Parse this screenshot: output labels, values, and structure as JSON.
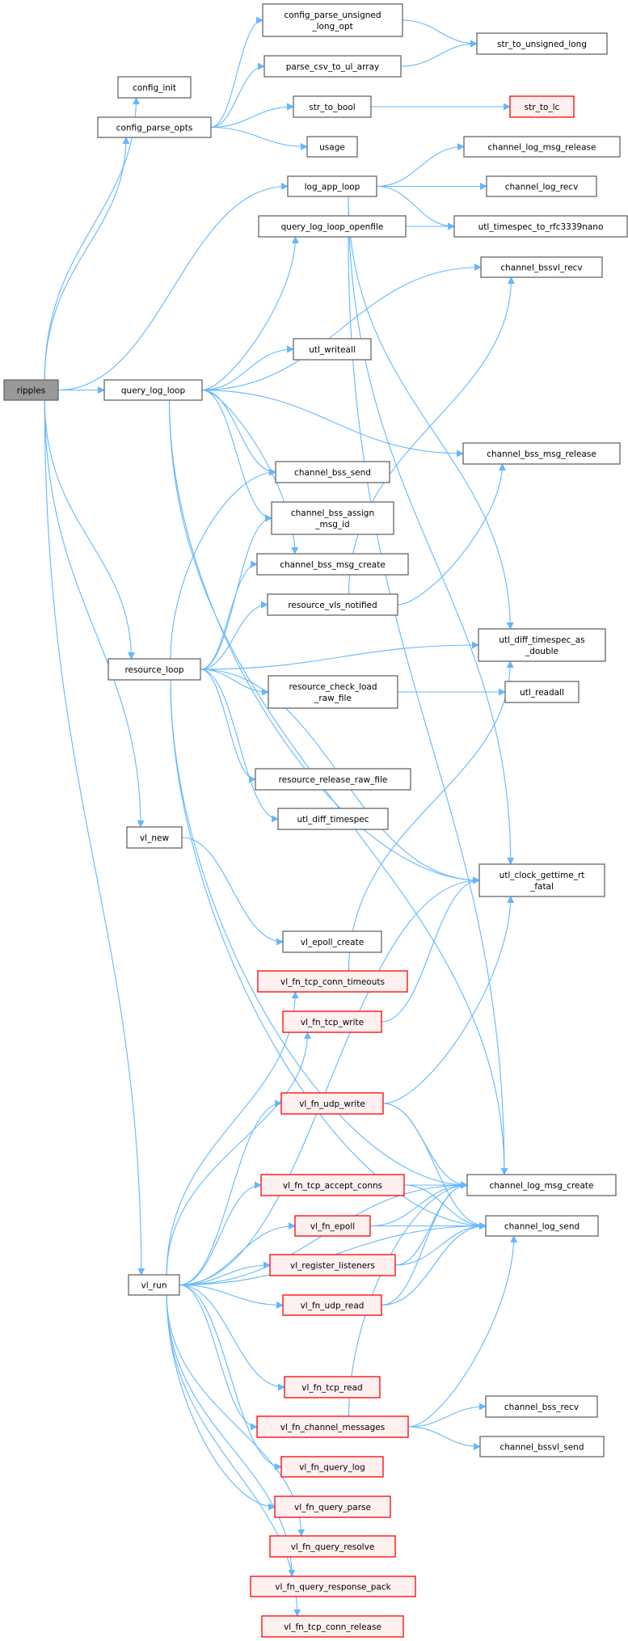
{
  "graph": {
    "title": "ripples call graph",
    "colors": {
      "edge": "#63b8ff",
      "root_fill": "#999999",
      "root_border": "#666666",
      "normal_fill": "#ffffff",
      "normal_border": "#666666",
      "truncated_fill": "#fff0f0",
      "truncated_border": "#ff0000"
    },
    "nodes": [
      {
        "id": "ripples",
        "lines": [
          "ripples"
        ],
        "kind": "root"
      },
      {
        "id": "config_init",
        "lines": [
          "config_init"
        ],
        "kind": "normal"
      },
      {
        "id": "config_parse_opts",
        "lines": [
          "config_parse_opts"
        ],
        "kind": "normal"
      },
      {
        "id": "config_parse_unsigned_long_opt",
        "lines": [
          "config_parse_unsigned",
          "_long_opt"
        ],
        "kind": "normal"
      },
      {
        "id": "parse_csv_to_ul_array",
        "lines": [
          "parse_csv_to_ul_array"
        ],
        "kind": "normal"
      },
      {
        "id": "str_to_bool",
        "lines": [
          "str_to_bool"
        ],
        "kind": "normal"
      },
      {
        "id": "usage",
        "lines": [
          "usage"
        ],
        "kind": "normal"
      },
      {
        "id": "str_to_unsigned_long",
        "lines": [
          "str_to_unsigned_long"
        ],
        "kind": "normal"
      },
      {
        "id": "str_to_lc",
        "lines": [
          "str_to_lc"
        ],
        "kind": "truncated"
      },
      {
        "id": "log_app_loop",
        "lines": [
          "log_app_loop"
        ],
        "kind": "normal"
      },
      {
        "id": "channel_log_msg_release",
        "lines": [
          "channel_log_msg_release"
        ],
        "kind": "normal"
      },
      {
        "id": "channel_log_recv",
        "lines": [
          "channel_log_recv"
        ],
        "kind": "normal"
      },
      {
        "id": "query_log_loop_openfile",
        "lines": [
          "query_log_loop_openfile"
        ],
        "kind": "normal"
      },
      {
        "id": "utl_timespec_to_rfc3339nano",
        "lines": [
          "utl_timespec_to_rfc3339nano"
        ],
        "kind": "normal"
      },
      {
        "id": "channel_bssvl_recv",
        "lines": [
          "channel_bssvl_recv"
        ],
        "kind": "normal"
      },
      {
        "id": "utl_writeall",
        "lines": [
          "utl_writeall"
        ],
        "kind": "normal"
      },
      {
        "id": "query_log_loop",
        "lines": [
          "query_log_loop"
        ],
        "kind": "normal"
      },
      {
        "id": "channel_bss_msg_release",
        "lines": [
          "channel_bss_msg_release"
        ],
        "kind": "normal"
      },
      {
        "id": "channel_bss_send",
        "lines": [
          "channel_bss_send"
        ],
        "kind": "normal"
      },
      {
        "id": "channel_bss_assign_msg_id",
        "lines": [
          "channel_bss_assign",
          "_msg_id"
        ],
        "kind": "normal"
      },
      {
        "id": "channel_bss_msg_create",
        "lines": [
          "channel_bss_msg_create"
        ],
        "kind": "normal"
      },
      {
        "id": "resource_vls_notified",
        "lines": [
          "resource_vls_notified"
        ],
        "kind": "normal"
      },
      {
        "id": "utl_diff_timespec_as_double",
        "lines": [
          "utl_diff_timespec_as",
          "_double"
        ],
        "kind": "normal"
      },
      {
        "id": "resource_loop",
        "lines": [
          "resource_loop"
        ],
        "kind": "normal"
      },
      {
        "id": "resource_check_load_raw_file",
        "lines": [
          "resource_check_load",
          "_raw_file"
        ],
        "kind": "normal"
      },
      {
        "id": "utl_readall",
        "lines": [
          "utl_readall"
        ],
        "kind": "normal"
      },
      {
        "id": "resource_release_raw_file",
        "lines": [
          "resource_release_raw_file"
        ],
        "kind": "normal"
      },
      {
        "id": "utl_diff_timespec",
        "lines": [
          "utl_diff_timespec"
        ],
        "kind": "normal"
      },
      {
        "id": "vl_new",
        "lines": [
          "vl_new"
        ],
        "kind": "normal"
      },
      {
        "id": "utl_clock_gettime_rt_fatal",
        "lines": [
          "utl_clock_gettime_rt",
          "_fatal"
        ],
        "kind": "normal"
      },
      {
        "id": "vl_epoll_create",
        "lines": [
          "vl_epoll_create"
        ],
        "kind": "normal"
      },
      {
        "id": "vl_fn_tcp_conn_timeouts",
        "lines": [
          "vl_fn_tcp_conn_timeouts"
        ],
        "kind": "truncated"
      },
      {
        "id": "vl_fn_tcp_write",
        "lines": [
          "vl_fn_tcp_write"
        ],
        "kind": "truncated"
      },
      {
        "id": "vl_fn_udp_write",
        "lines": [
          "vl_fn_udp_write"
        ],
        "kind": "truncated"
      },
      {
        "id": "vl_fn_tcp_accept_conns",
        "lines": [
          "vl_fn_tcp_accept_conns"
        ],
        "kind": "truncated"
      },
      {
        "id": "channel_log_msg_create",
        "lines": [
          "channel_log_msg_create"
        ],
        "kind": "normal"
      },
      {
        "id": "vl_fn_epoll",
        "lines": [
          "vl_fn_epoll"
        ],
        "kind": "truncated"
      },
      {
        "id": "channel_log_send",
        "lines": [
          "channel_log_send"
        ],
        "kind": "normal"
      },
      {
        "id": "vl_register_listeners",
        "lines": [
          "vl_register_listeners"
        ],
        "kind": "truncated"
      },
      {
        "id": "vl_run",
        "lines": [
          "vl_run"
        ],
        "kind": "normal"
      },
      {
        "id": "vl_fn_udp_read",
        "lines": [
          "vl_fn_udp_read"
        ],
        "kind": "truncated"
      },
      {
        "id": "vl_fn_tcp_read",
        "lines": [
          "vl_fn_tcp_read"
        ],
        "kind": "truncated"
      },
      {
        "id": "vl_fn_channel_messages",
        "lines": [
          "vl_fn_channel_messages"
        ],
        "kind": "truncated"
      },
      {
        "id": "channel_bss_recv",
        "lines": [
          "channel_bss_recv"
        ],
        "kind": "normal"
      },
      {
        "id": "channel_bssvl_send",
        "lines": [
          "channel_bssvl_send"
        ],
        "kind": "normal"
      },
      {
        "id": "vl_fn_query_log",
        "lines": [
          "vl_fn_query_log"
        ],
        "kind": "truncated"
      },
      {
        "id": "vl_fn_query_parse",
        "lines": [
          "vl_fn_query_parse"
        ],
        "kind": "truncated"
      },
      {
        "id": "vl_fn_query_resolve",
        "lines": [
          "vl_fn_query_resolve"
        ],
        "kind": "truncated"
      },
      {
        "id": "vl_fn_query_response_pack",
        "lines": [
          "vl_fn_query_response_pack"
        ],
        "kind": "truncated"
      },
      {
        "id": "vl_fn_tcp_conn_release",
        "lines": [
          "vl_fn_tcp_conn_release"
        ],
        "kind": "truncated"
      }
    ],
    "edges": [
      [
        "ripples",
        "config_init"
      ],
      [
        "ripples",
        "config_parse_opts"
      ],
      [
        "ripples",
        "log_app_loop"
      ],
      [
        "ripples",
        "query_log_loop"
      ],
      [
        "ripples",
        "resource_loop"
      ],
      [
        "ripples",
        "vl_new"
      ],
      [
        "ripples",
        "vl_run"
      ],
      [
        "config_parse_opts",
        "config_parse_unsigned_long_opt"
      ],
      [
        "config_parse_opts",
        "parse_csv_to_ul_array"
      ],
      [
        "config_parse_opts",
        "str_to_bool"
      ],
      [
        "config_parse_opts",
        "usage"
      ],
      [
        "config_parse_unsigned_long_opt",
        "str_to_unsigned_long"
      ],
      [
        "parse_csv_to_ul_array",
        "str_to_unsigned_long"
      ],
      [
        "str_to_bool",
        "str_to_lc"
      ],
      [
        "log_app_loop",
        "channel_log_msg_release"
      ],
      [
        "log_app_loop",
        "channel_log_recv"
      ],
      [
        "log_app_loop",
        "utl_timespec_to_rfc3339nano"
      ],
      [
        "log_app_loop",
        "utl_diff_timespec_as_double"
      ],
      [
        "log_app_loop",
        "utl_clock_gettime_rt_fatal"
      ],
      [
        "query_log_loop",
        "query_log_loop_openfile"
      ],
      [
        "query_log_loop",
        "channel_bssvl_recv"
      ],
      [
        "query_log_loop",
        "channel_bss_msg_release"
      ],
      [
        "query_log_loop",
        "utl_writeall"
      ],
      [
        "query_log_loop",
        "channel_bss_send"
      ],
      [
        "query_log_loop",
        "channel_bss_assign_msg_id"
      ],
      [
        "query_log_loop",
        "channel_bss_msg_create"
      ],
      [
        "query_log_loop",
        "utl_clock_gettime_rt_fatal"
      ],
      [
        "query_log_loop",
        "channel_log_msg_create"
      ],
      [
        "query_log_loop_openfile",
        "utl_timespec_to_rfc3339nano"
      ],
      [
        "query_log_loop_openfile",
        "channel_log_msg_create"
      ],
      [
        "resource_loop",
        "channel_bss_send"
      ],
      [
        "resource_loop",
        "channel_bss_assign_msg_id"
      ],
      [
        "resource_loop",
        "channel_bss_msg_create"
      ],
      [
        "resource_loop",
        "resource_vls_notified"
      ],
      [
        "resource_loop",
        "utl_diff_timespec_as_double"
      ],
      [
        "resource_loop",
        "resource_check_load_raw_file"
      ],
      [
        "resource_loop",
        "resource_release_raw_file"
      ],
      [
        "resource_loop",
        "utl_diff_timespec"
      ],
      [
        "resource_loop",
        "utl_clock_gettime_rt_fatal"
      ],
      [
        "resource_loop",
        "channel_log_msg_create"
      ],
      [
        "resource_loop",
        "channel_log_send"
      ],
      [
        "resource_vls_notified",
        "channel_bssvl_recv"
      ],
      [
        "resource_vls_notified",
        "channel_bss_msg_release"
      ],
      [
        "resource_check_load_raw_file",
        "utl_readall"
      ],
      [
        "vl_new",
        "vl_epoll_create"
      ],
      [
        "vl_run",
        "vl_fn_tcp_conn_timeouts"
      ],
      [
        "vl_run",
        "vl_fn_tcp_write"
      ],
      [
        "vl_run",
        "vl_fn_udp_write"
      ],
      [
        "vl_run",
        "channel_log_msg_create"
      ],
      [
        "vl_run",
        "vl_fn_tcp_accept_conns"
      ],
      [
        "vl_run",
        "vl_fn_epoll"
      ],
      [
        "vl_run",
        "vl_register_listeners"
      ],
      [
        "vl_run",
        "vl_fn_udp_read"
      ],
      [
        "vl_run",
        "channel_log_send"
      ],
      [
        "vl_run",
        "utl_clock_gettime_rt_fatal"
      ],
      [
        "vl_run",
        "vl_fn_tcp_read"
      ],
      [
        "vl_run",
        "vl_fn_channel_messages"
      ],
      [
        "vl_run",
        "vl_fn_query_log"
      ],
      [
        "vl_run",
        "vl_fn_query_parse"
      ],
      [
        "vl_run",
        "vl_fn_query_resolve"
      ],
      [
        "vl_run",
        "vl_fn_query_response_pack"
      ],
      [
        "vl_run",
        "vl_fn_tcp_conn_release"
      ],
      [
        "vl_fn_tcp_conn_timeouts",
        "utl_diff_timespec_as_double"
      ],
      [
        "vl_fn_tcp_write",
        "utl_clock_gettime_rt_fatal"
      ],
      [
        "vl_fn_udp_write",
        "utl_clock_gettime_rt_fatal"
      ],
      [
        "vl_fn_udp_write",
        "channel_log_msg_create"
      ],
      [
        "vl_fn_udp_write",
        "channel_log_send"
      ],
      [
        "vl_fn_tcp_accept_conns",
        "channel_log_msg_create"
      ],
      [
        "vl_fn_tcp_accept_conns",
        "channel_log_send"
      ],
      [
        "vl_fn_epoll",
        "channel_log_msg_create"
      ],
      [
        "vl_fn_epoll",
        "channel_log_send"
      ],
      [
        "vl_register_listeners",
        "channel_log_msg_create"
      ],
      [
        "vl_register_listeners",
        "channel_log_send"
      ],
      [
        "vl_fn_udp_read",
        "channel_log_msg_create"
      ],
      [
        "vl_fn_udp_read",
        "channel_log_send"
      ],
      [
        "vl_fn_channel_messages",
        "channel_bss_recv"
      ],
      [
        "vl_fn_channel_messages",
        "channel_bssvl_send"
      ],
      [
        "vl_fn_channel_messages",
        "channel_log_msg_create"
      ],
      [
        "vl_fn_channel_messages",
        "channel_log_send"
      ]
    ]
  }
}
